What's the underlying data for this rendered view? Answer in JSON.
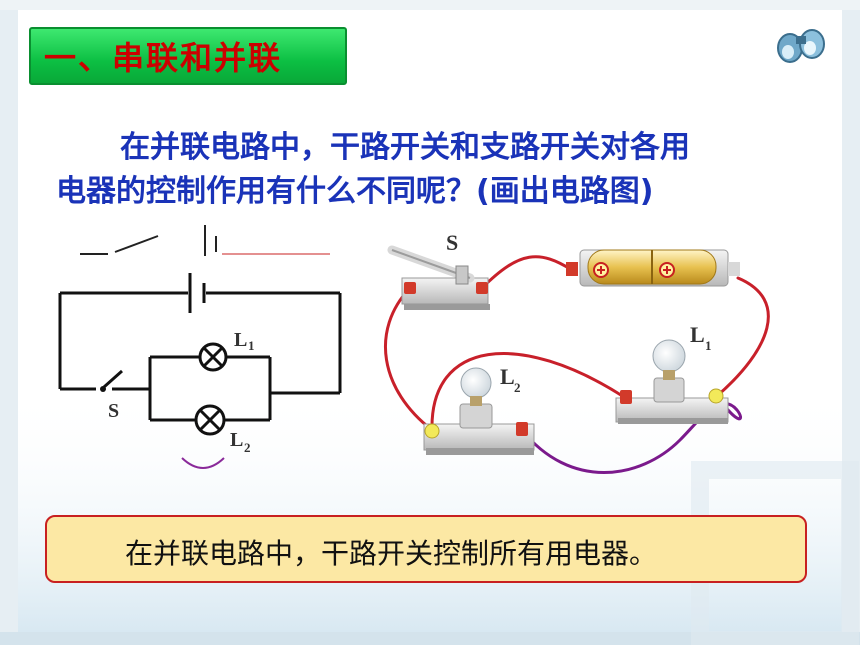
{
  "title": "一、串联和并联",
  "question": {
    "line1": "在并联电路中，干路开关和支路开关对各用",
    "line2": "电器的控制作用有什么不同呢？(画出电路图)"
  },
  "answer": "在并联电路中，干路开关控制所有用电器。",
  "schematic": {
    "switch_label": "S",
    "lamp1_label": "L",
    "lamp1_sub": "1",
    "lamp2_label": "L",
    "lamp2_sub": "2"
  },
  "physical": {
    "switch_label": "S",
    "bulb1_label": "L",
    "bulb1_sub": "1",
    "bulb2_label": "L",
    "bulb2_sub": "2",
    "battery_symbol": "⊕"
  },
  "colors": {
    "title_bg": "#1ccf55",
    "title_text": "#cc0000",
    "question_text": "#1a33b8",
    "answer_bg": "#fce8a4",
    "answer_border": "#c82020",
    "wire_red": "#c8202a",
    "wire_purple": "#7b1a8c"
  },
  "icons": {
    "corner": "binoculars-icon"
  }
}
